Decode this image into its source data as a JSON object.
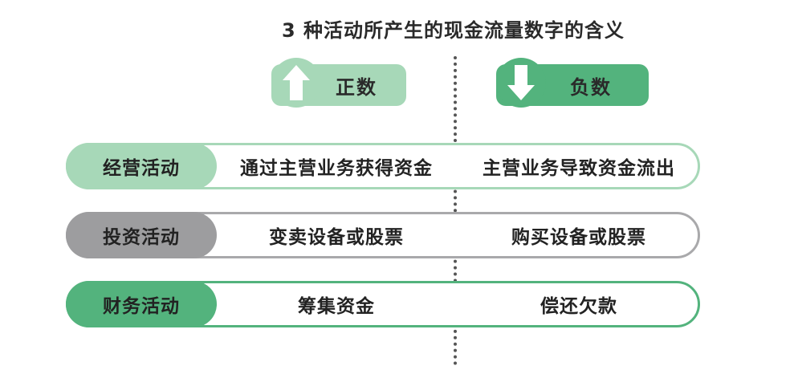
{
  "title": "3 种活动所产生的现金流量数字的含义",
  "headers": {
    "positive": {
      "label": "正数",
      "icon": "arrow-up-icon",
      "color": "#a7d8b8"
    },
    "negative": {
      "label": "负数",
      "icon": "arrow-down-icon",
      "color": "#53b37d"
    }
  },
  "rows": [
    {
      "category": "经营活动",
      "positive": "通过主营业务获得资金",
      "negative": "主营业务导致资金流出",
      "color": "#a7d8b8"
    },
    {
      "category": "投资活动",
      "positive": "变卖设备或股票",
      "negative": "购买设备或股票",
      "color": "#9d9d9f"
    },
    {
      "category": "财务活动",
      "positive": "筹集资金",
      "negative": "偿还欠款",
      "color": "#53b37d"
    }
  ]
}
